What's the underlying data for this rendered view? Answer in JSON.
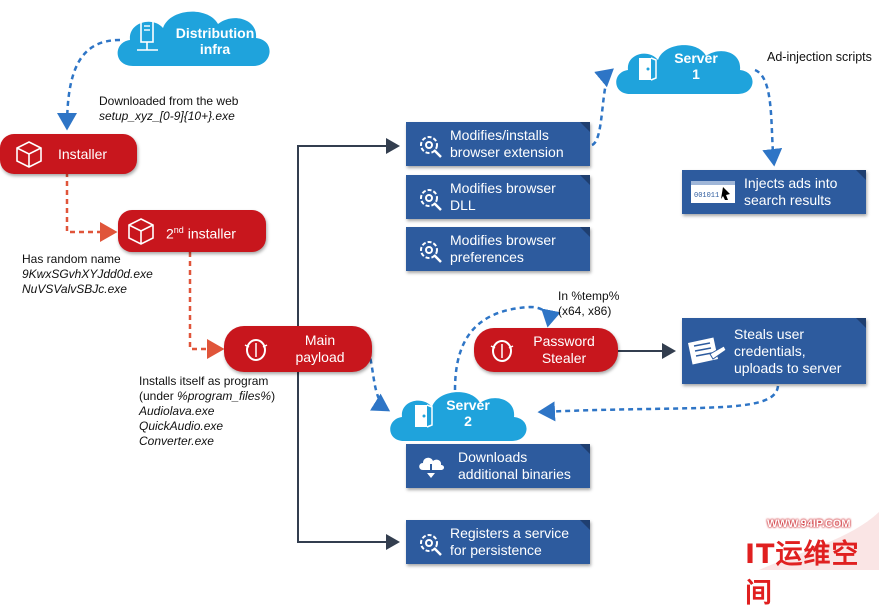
{
  "clouds": {
    "distribution": {
      "line1": "Distribution",
      "line2": "infra"
    },
    "server1": {
      "line1": "Server",
      "line2": "1"
    },
    "server2": {
      "line1": "Server",
      "line2": "2"
    }
  },
  "nodes": {
    "installer": "Installer",
    "installer2_prefix": "2",
    "installer2_sup": "nd",
    "installer2_suffix": " installer",
    "main_payload": {
      "line1": "Main",
      "line2": "payload"
    },
    "password_stealer": {
      "line1": "Password",
      "line2": "Stealer"
    }
  },
  "actions": {
    "browser_extension": {
      "line1": "Modifies/installs",
      "line2": "browser extension"
    },
    "browser_dll": {
      "line1": "Modifies browser",
      "line2": "DLL"
    },
    "browser_prefs": {
      "line1": "Modifies browser",
      "line2": "preferences"
    },
    "inject_ads": {
      "line1": "Injects ads into",
      "line2": "search results"
    },
    "steals_creds": {
      "line1": "Steals user",
      "line2": "credentials,",
      "line3": "uploads to server"
    },
    "downloads": {
      "line1": "Downloads",
      "line2": "additional binaries"
    },
    "registers_service": {
      "line1": "Registers a service",
      "line2": "for persistence"
    }
  },
  "notes": {
    "downloaded": {
      "line1": "Downloaded from the web",
      "line2": "setup_xyz_[0-9]{10+}.exe"
    },
    "random_name": {
      "line1": "Has random name",
      "line2": "9KwxSGvhXYJdd0d.exe",
      "line3": "NuVSValvSBJc.exe"
    },
    "installs_program": {
      "line1": "Installs itself as program",
      "line2a": "(under ",
      "line2b": "%program_files%",
      "line2c": ")",
      "line3": "Audiolava.exe",
      "line4": "QuickAudio.exe",
      "line5": "Converter.exe"
    },
    "temp": {
      "line1": "In %temp%",
      "line2": "(x64, x86)"
    },
    "adinjection": "Ad-injection scripts"
  },
  "watermark": {
    "url": "WWW.94IP.COM",
    "brand": "IT运维空间"
  },
  "colors": {
    "red": "#c8161d",
    "blue": "#2d5b9e",
    "cloud": "#1fa3dc",
    "dashed_blue": "#2e75c6",
    "dashed_red": "#e0553a",
    "dark_line": "#333e4f"
  }
}
